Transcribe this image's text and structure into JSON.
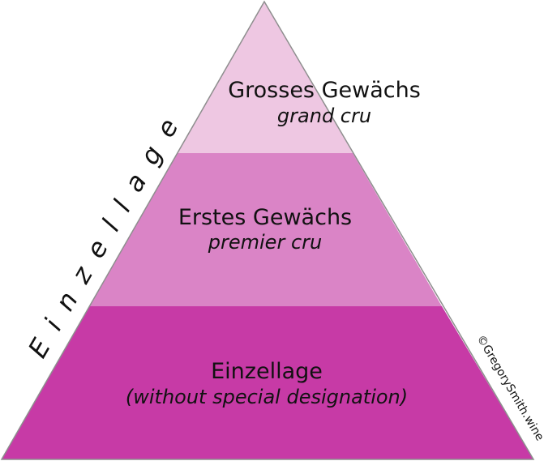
{
  "colors": {
    "top": "#eec7e2",
    "middle": "#da84c6",
    "bottom": "#c73aa6",
    "outline": "#8e8e8e"
  },
  "tiers": [
    {
      "title": "Grosses Gewächs",
      "subtitle": "grand cru"
    },
    {
      "title": "Erstes Gewächs",
      "subtitle": "premier cru"
    },
    {
      "title": "Einzellage",
      "subtitle": "(without special designation)"
    }
  ],
  "side_label": "Einzellage",
  "credit": "©GregorySmith.wine"
}
